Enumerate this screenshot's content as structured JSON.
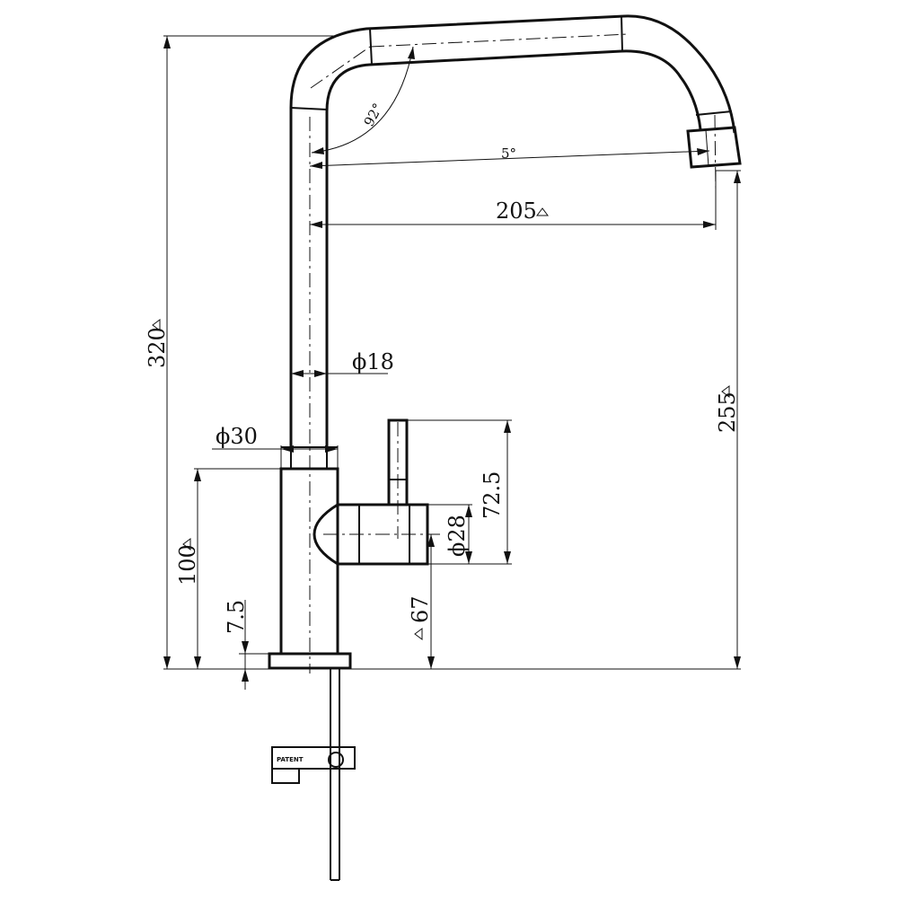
{
  "dimensions": {
    "total_height": "320",
    "spout_reach": "205",
    "spout_angle": "5°",
    "bend_angle": "92°",
    "spout_tube_diameter": "ϕ18",
    "body_diameter": "ϕ30",
    "handle_diameter": "ϕ28",
    "handle_height": "72.5",
    "body_height": "100",
    "base_height": "7.5",
    "handle_axis_height": "67",
    "outlet_height": "255"
  },
  "labels": {
    "patent_mark": "PATENT"
  },
  "icons": {
    "reference_marker": "triangle-icon"
  }
}
